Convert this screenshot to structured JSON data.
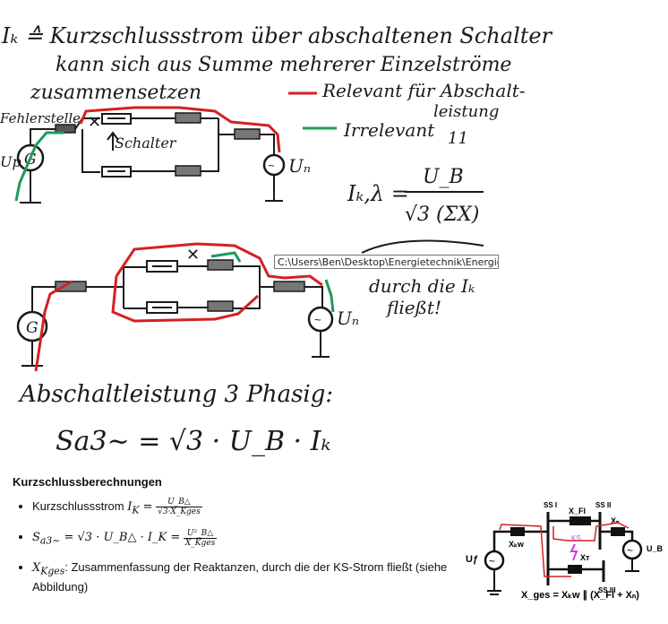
{
  "tooltip": {
    "path": "C:\\Users\\Ben\\Desktop\\Energietechnik\\Energieü"
  },
  "handwriting": {
    "line1": "Iₖ ≙ Kurzschlussstrom über abschaltenen Schalter",
    "line2": "kann sich aus Summe mehrerer Einzelströme",
    "line3": "zusammensetzen",
    "label_fehlerstelle": "Fehlerstelle",
    "label_schalter": "Schalter",
    "label_relevant": "Relevant für Abschalt-",
    "label_relevant2": "leistung",
    "label_irrelevant": "Irrelevant",
    "label_irrelevant_mark": "11",
    "label_up": "Up",
    "label_g": "G",
    "label_un": "Uₙ",
    "formula_lhs": "Iₖ,λ =",
    "formula_num": "U_B",
    "formula_den": "√3 (ΣX)",
    "label_durch": "durch die Iₖ",
    "label_fliesst": "fließt!",
    "label_abschalt": "Abschaltleistung 3 Phasig:",
    "formula_abschalt": "Sa3~ = √3 · U_B · Iₖ"
  },
  "notes": {
    "heading": "Kurzschlussberechnungen",
    "item1_text": "Kurzschlussstrom",
    "item1_lhs": "I",
    "item1_lhs_sub": "K",
    "item1_num": "U_B△",
    "item1_den": "√3·X_Kges",
    "item2_lhs": "S",
    "item2_lhs_sub": "a3∼",
    "item2_mid": "= √3 · U_B△ · I_K =",
    "item2_num": "U²_B△",
    "item2_den": "X_Kges",
    "item3_sym": "X",
    "item3_sub": "Kges",
    "item3_text": ": Zusammenfassung der Reaktanzen, durch die der KS-Strom fließt (siehe Abbildung)"
  },
  "diagram": {
    "label_ss1": "SS I",
    "label_ss2": "SS II",
    "label_ss3": "SS III",
    "label_xkw": "Xₖw",
    "label_xfl": "X_Fl",
    "label_xn": "Xₙ",
    "label_ks": "KS",
    "label_xt": "Xᴛ",
    "label_uf": "Uƒ",
    "label_ub": "U_B",
    "label_formula": "X_ges = Xₖw ∥ (X_Fl + Xₙ)"
  },
  "colors": {
    "red": "#d42020",
    "green": "#1f9a5a",
    "ink": "#1a1a1a",
    "magenta": "#d43bd4"
  }
}
